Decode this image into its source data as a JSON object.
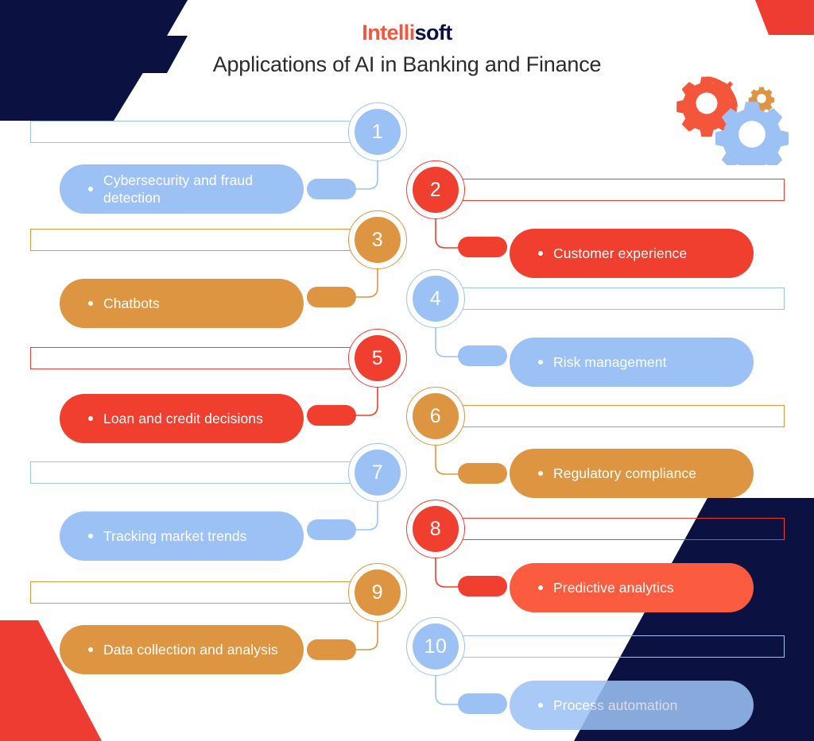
{
  "brand": {
    "logo_part1": "Intelli",
    "logo_part2": "soft",
    "logo_color_1": "#F4563C",
    "logo_color_2": "#0B1141"
  },
  "header": {
    "title": "Applications of AI in Banking and Finance"
  },
  "decor": {
    "gears": [
      {
        "name": "gear-red",
        "color": "#F4563C"
      },
      {
        "name": "gear-orange",
        "color": "#DD9541"
      },
      {
        "name": "gear-blue",
        "color": "#9CC2F5"
      }
    ],
    "corner_navy": "#0B1141",
    "corner_red": "#EE3C32"
  },
  "palette": {
    "blue": "#9CC2F5",
    "red": "#F03E2F",
    "orange": "#DD9541",
    "salmon": "#FB5B3E"
  },
  "items": [
    {
      "number": "1",
      "label": "Cybersecurity and fraud detection",
      "color": "#9CC2F5",
      "side": "left"
    },
    {
      "number": "2",
      "label": "Customer experience",
      "color": "#F03E2F",
      "side": "right"
    },
    {
      "number": "3",
      "label": "Chatbots",
      "color": "#DD9541",
      "side": "left"
    },
    {
      "number": "4",
      "label": "Risk management",
      "color": "#9CC2F5",
      "side": "right"
    },
    {
      "number": "5",
      "label": "Loan and credit decisions",
      "color": "#F03E2F",
      "side": "left"
    },
    {
      "number": "6",
      "label": "Regulatory compliance",
      "color": "#DD9541",
      "side": "right"
    },
    {
      "number": "7",
      "label": "Tracking market trends",
      "color": "#9CC2F5",
      "side": "left"
    },
    {
      "number": "8",
      "label": "Predictive analytics",
      "color": "#FB5B3E",
      "side": "right"
    },
    {
      "number": "9",
      "label": "Data collection and analysis",
      "color": "#DD9541",
      "side": "left"
    },
    {
      "number": "10",
      "label": "Process automation",
      "color": "#9CC2F5",
      "side": "right"
    }
  ]
}
